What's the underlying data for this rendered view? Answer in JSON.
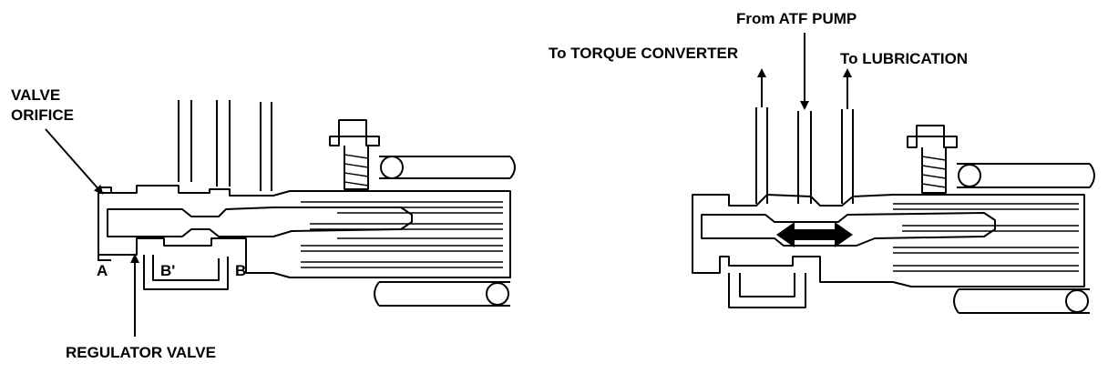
{
  "left_diagram": {
    "valve_orifice_line1": "VALVE",
    "valve_orifice_line2": "ORIFICE",
    "port_a": "A",
    "port_b_prime": "B'",
    "port_b": "B",
    "regulator_valve": "REGULATOR VALVE"
  },
  "right_diagram": {
    "from_atf_pump": "From ATF PUMP",
    "to_torque_converter": "To TORQUE CONVERTER",
    "to_lubrication": "To LUBRICATION"
  },
  "colors": {
    "ink": "#000000",
    "paper": "#ffffff"
  }
}
